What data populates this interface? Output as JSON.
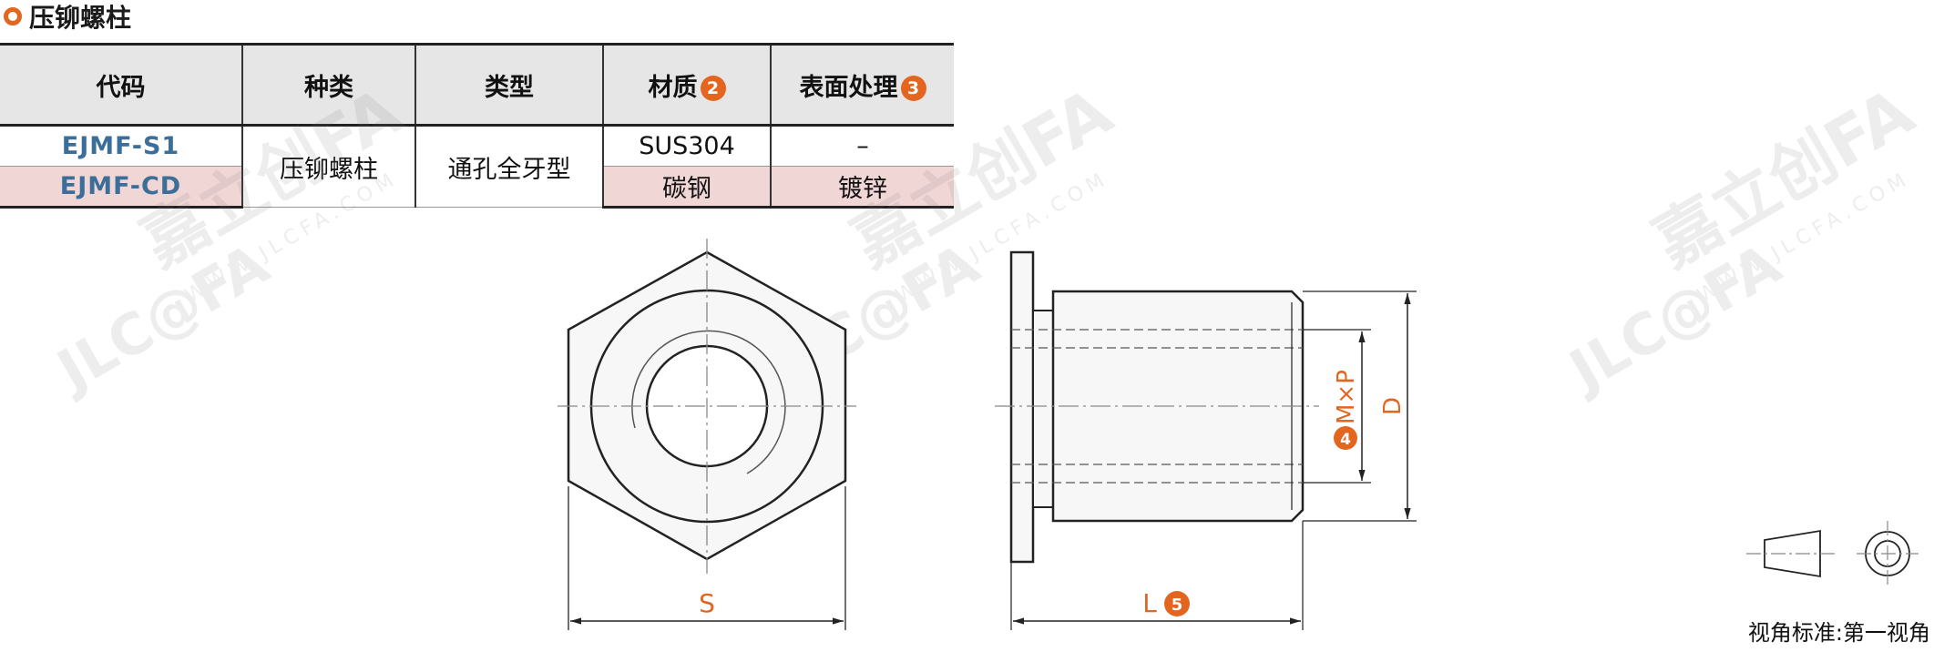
{
  "title": "压铆螺柱",
  "table": {
    "headers": [
      {
        "label": "代码",
        "badge": null
      },
      {
        "label": "种类",
        "badge": null
      },
      {
        "label": "类型",
        "badge": null
      },
      {
        "label": "材质",
        "badge": "2"
      },
      {
        "label": "表面处理",
        "badge": "3"
      }
    ],
    "rows": [
      {
        "code": "EJMF-S1",
        "material": "SUS304",
        "finish": "–"
      },
      {
        "code": "EJMF-CD",
        "material": "碳钢",
        "finish": "镀锌"
      }
    ],
    "kind": "压铆螺柱",
    "type": "通孔全牙型"
  },
  "dimensions": {
    "s": "S",
    "l": "L",
    "l_badge": "5",
    "mxp": "M×P",
    "mxp_badge": "4",
    "d": "D"
  },
  "watermark": {
    "brand": "嘉立创FA",
    "url": "WWW.JLCFA.COM",
    "logo": "JLC@FA"
  },
  "view_standard": "视角标准:第一视角",
  "colors": {
    "accent": "#e2661f",
    "code_blue": "#3b6e99",
    "row_pink": "#f1d6d6",
    "header_gray": "#e6e6e6"
  }
}
